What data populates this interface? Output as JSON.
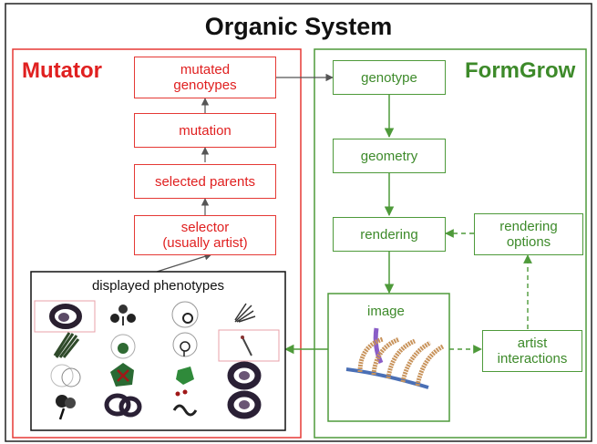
{
  "title": "Organic System",
  "mutator": {
    "label": "Mutator",
    "color": "#e02020",
    "nodes": {
      "mutated_line1": "mutated",
      "mutated_line2": "genotypes",
      "mutation": "mutation",
      "selected_parents": "selected parents",
      "selector_line1": "selector",
      "selector_line2": "(usually artist)"
    }
  },
  "formgrow": {
    "label": "FormGrow",
    "color": "#3d8a2a",
    "nodes": {
      "genotype": "genotype",
      "geometry": "geometry",
      "rendering": "rendering",
      "rendering_options_line1": "rendering",
      "rendering_options_line2": "options",
      "image": "image",
      "artist_interactions_line1": "artist",
      "artist_interactions_line2": "interactions"
    }
  },
  "phenotypes": {
    "label": "displayed phenotypes"
  }
}
